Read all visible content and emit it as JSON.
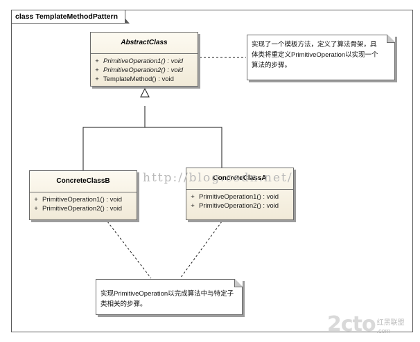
{
  "frame": {
    "title": "class TemplateMethodPattern"
  },
  "classes": {
    "abstract": {
      "name": "AbstractClass",
      "operations": [
        {
          "vis": "+",
          "sig": "PrimitiveOperation1() : void",
          "abstract": true
        },
        {
          "vis": "+",
          "sig": "PrimitiveOperation2() : void",
          "abstract": true
        },
        {
          "vis": "+",
          "sig": "TemplateMethod() : void",
          "abstract": false
        }
      ]
    },
    "concrete_b": {
      "name": "ConcreteClassB",
      "operations": [
        {
          "vis": "+",
          "sig": "PrimitiveOperation1() : void"
        },
        {
          "vis": "+",
          "sig": "PrimitiveOperation2() : void"
        }
      ]
    },
    "concrete_a": {
      "name": "ConcreteClassA",
      "operations": [
        {
          "vis": "+",
          "sig": "PrimitiveOperation1() : void"
        },
        {
          "vis": "+",
          "sig": "PrimitiveOperation2() : void"
        }
      ]
    }
  },
  "notes": {
    "top": {
      "line1": "实现了一个模板方法，定义了算法骨架，具",
      "line2": "体类将重定义PrimitiveOperation以实现一个",
      "line3": "算法的步骤。"
    },
    "bottom": {
      "line1": "实现PrimitiveOperation以完成算法中与特定子",
      "line2": "类相关的步骤。"
    }
  },
  "watermark": {
    "url": "http://blog.csdn.net/",
    "logo": "2cto",
    "logo_suffix": ".com",
    "logo_cn": "红黑联盟"
  },
  "colors": {
    "class_fill_top": "#fdfaf1",
    "class_fill_bottom": "#f1ead8",
    "line": "#1a1a1a"
  }
}
